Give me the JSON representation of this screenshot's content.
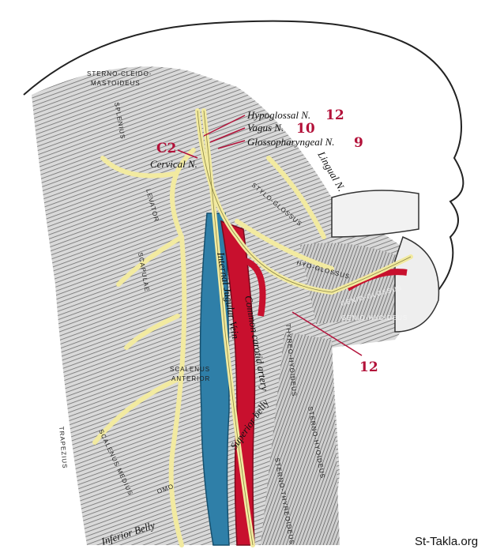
{
  "labels": {
    "hypoglossal": "Hypoglossal N.",
    "vagus": "Vagus N.",
    "glossopharyngeal": "Glossopharyngeal N.",
    "cervical": "Cervical N.",
    "lingual": "Lingual N."
  },
  "numbers": {
    "hypoglossal": "12",
    "vagus": "10",
    "glossopharyngeal": "9",
    "c2": "C2",
    "hypoglossal_lower": "12"
  },
  "muscles": {
    "scm_1": "STERNO-CLEIDO-",
    "scm_2": "MASTOIDEUS",
    "splenius": "SPLENIUS",
    "levator": "LEVATOR",
    "scapulae": "SCAPULAE",
    "trapezius": "TRAPEZIUS",
    "scalenus_anterior_1": "SCALENUS",
    "scalenus_anterior_2": "ANTERIOR",
    "scalenus_medius": "SCALENUS MEDIUS",
    "omo": "OMO",
    "inferior_belly": "Inferior Belly",
    "superior_belly": "Superior belly",
    "sterno_hyoideus": "STERNO-HYOIDEUS",
    "sterno_thyreoideus": "STERNO-THYREOIDEUS",
    "thyreo_hyoideus": "THYREO-HYOIDEUS",
    "hyo_glossus": "HYO-GLOSSUS",
    "genio_glossus": "GENIO-GLOSSUS",
    "genio_hyoideus": "GENIO-HYOIDEUS",
    "stylo_glossus": "STYLO-GLOSSUS",
    "jugular": "Internal Jugular Vein",
    "carotid": "Common carotid artery"
  },
  "watermark": "St-Takla.org",
  "colors": {
    "nerve": "#f2eaa0",
    "vein": "#2f7fa8",
    "artery": "#c8102e",
    "label_number": "#b3123a"
  }
}
